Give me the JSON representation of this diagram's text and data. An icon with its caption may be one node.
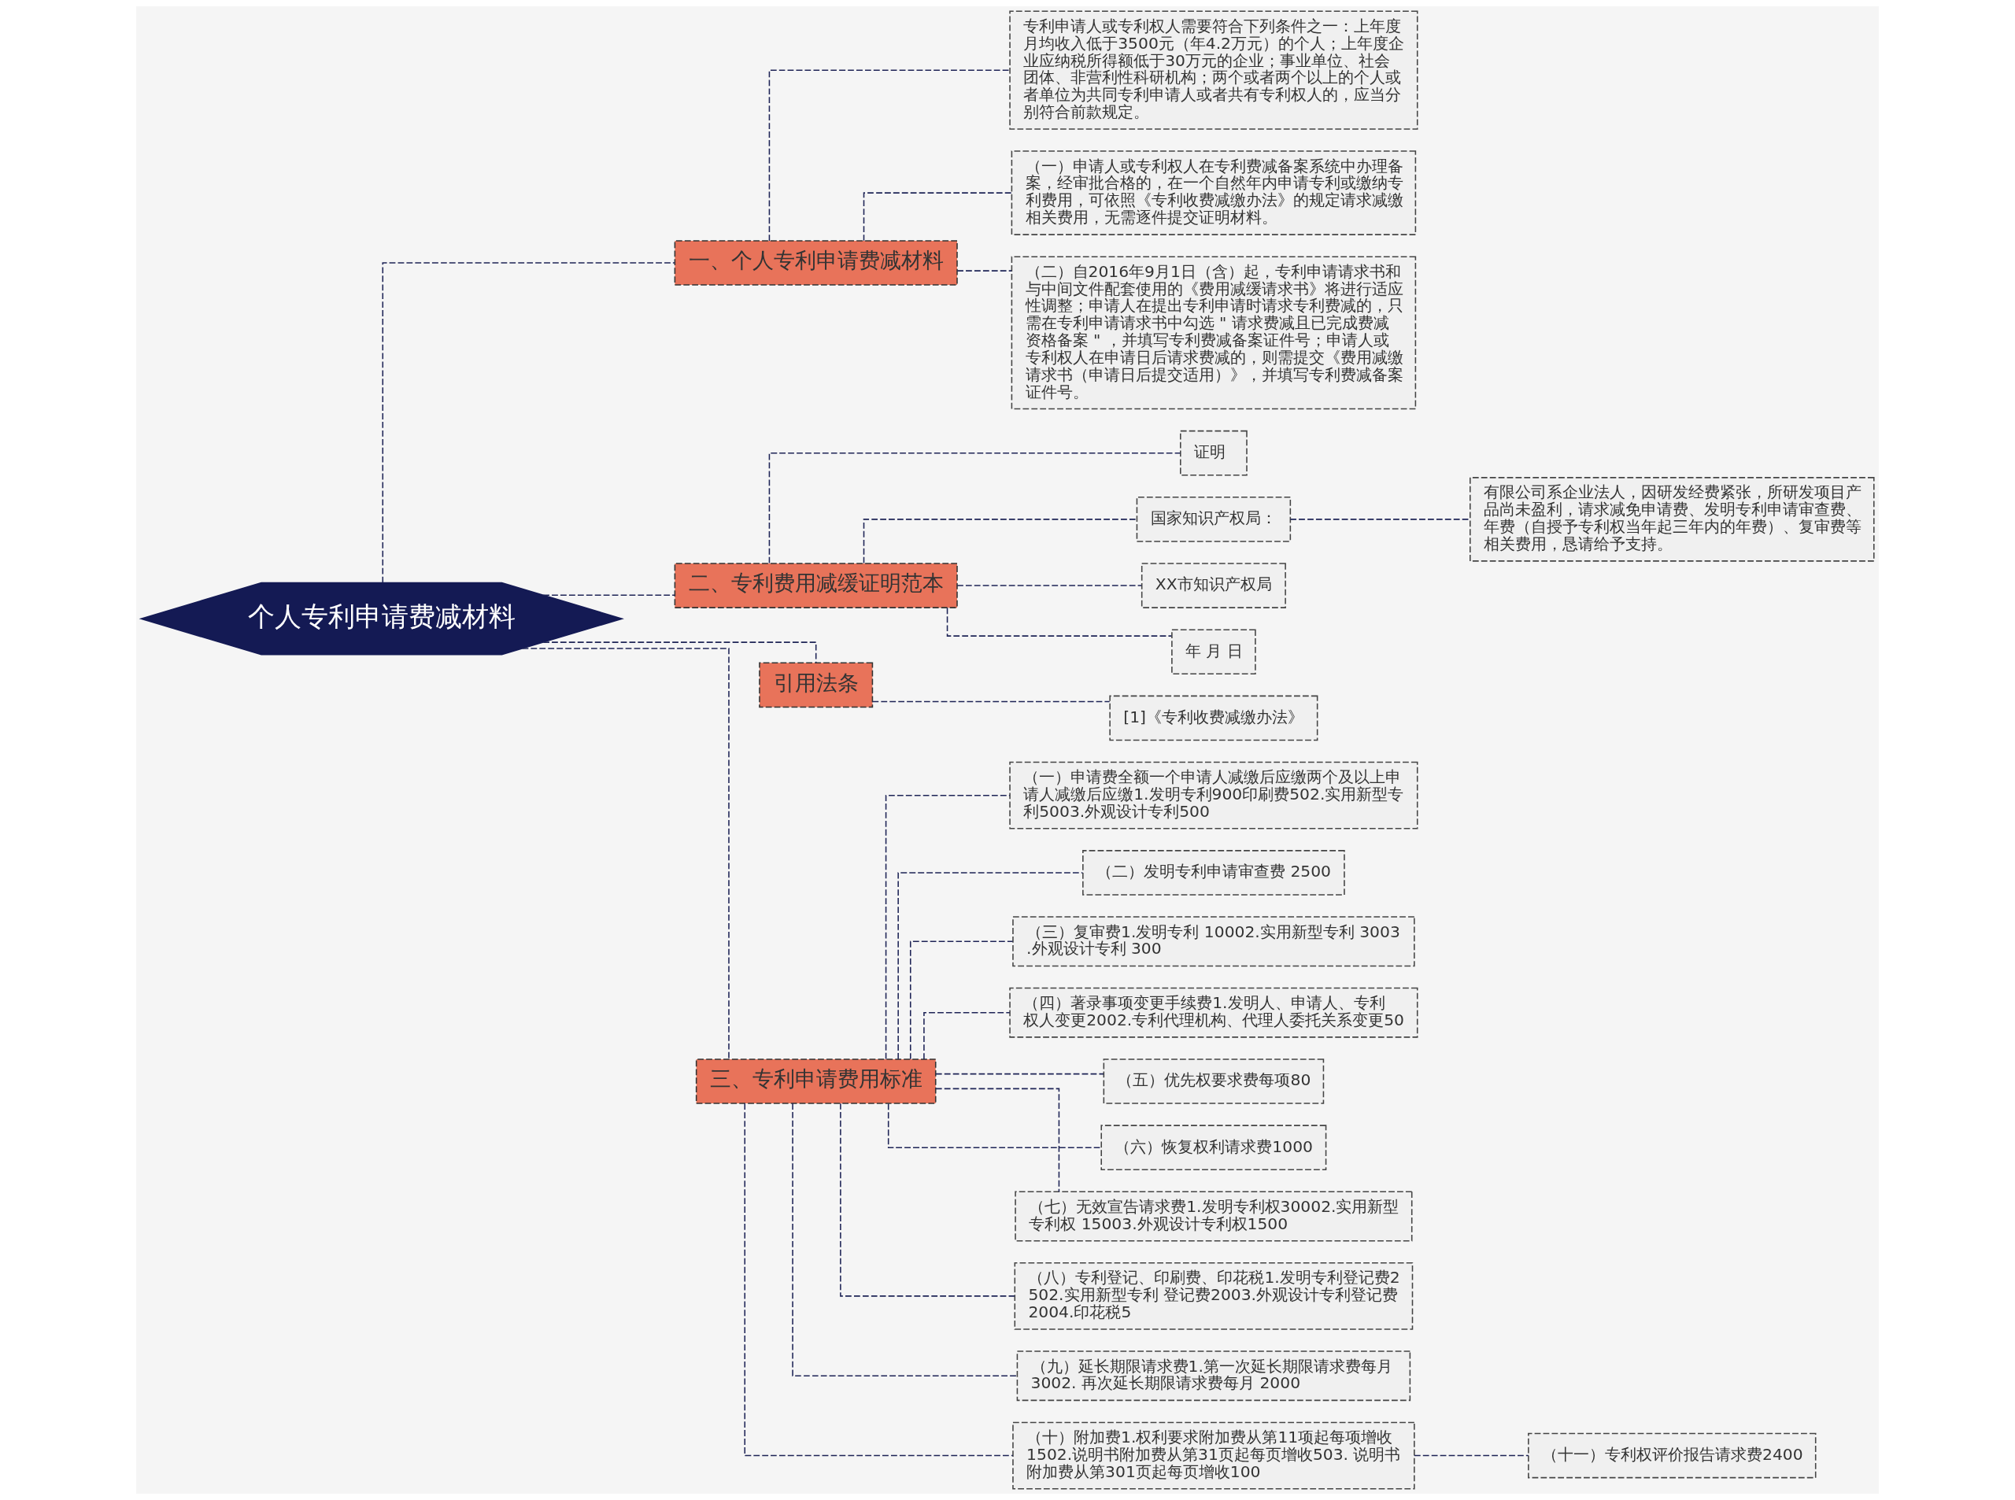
{
  "diagram": {
    "nodes": [
      {
        "text": [
          "个人专利申请费减材料"
        ]
      },
      {
        "text": [
          "一、个人专利申请费减材料"
        ]
      },
      {
        "text": [
          "专利申请人或专利权人需要符合下列条件之一：上年度月均收入低于3500元（年4.2万元）的个人；上年度企业应纳税所得额低于30万元的企业；事业单位、社会团体、非营利性科研机构；两个或者两个以上的个人或者单位为共同专利申请人或者共有专利权人的，应当分别符合前款规定。"
        ]
      },
      {
        "text": [
          "（一）申请人或专利权人在专利费减备案系统中办理备案，经审批合格的，在一个自然年内申请专利或缴纳专利费用，可依照《专利收费减缴办法》的规定请求减缴相关费用，无需逐件提交证明材料。"
        ]
      },
      {
        "text": [
          "（二）自2016年9月1日（含）起，专利申请请求书和与中间文件配套使用的《费用减缓请求书》将进行适应性调整；申请人在提出专利申请时请求专利费减的，只需在专利申请请求书中勾选 \" 请求费减且已完成费减资格备案 \" ，并填写专利费减备案证件号；申请人或专利权人在申请日后请求费减的，则需提交《费用减缴请求书（申请日后提交适用）》，并填写专利费减备案证件号。"
        ]
      },
      {
        "text": [
          "二、专利费用减缓证明范本"
        ]
      },
      {
        "text": [
          "证明"
        ]
      },
      {
        "text": [
          "国家知识产权局："
        ]
      },
      {
        "text": [
          "有限公司系企业法人，因研发经费紧张，所研发项目产品尚未盈利，请求减免申请费、发明专利申请审查费、年费（自授予专利权当年起三年内的年费）、复审费等相关费用，恳请给予支持。"
        ]
      },
      {
        "text": [
          "XX市知识产权局"
        ]
      },
      {
        "text": [
          "年 月 日"
        ]
      },
      {
        "text": [
          "引用法条"
        ]
      },
      {
        "text": [
          "[1]《专利收费减缴办法》"
        ]
      },
      {
        "text": [
          "三、专利申请费用标准"
        ]
      },
      {
        "text": [
          "（一）申请费全额一个申请人减缴后应缴两个及以上申请人减缴后应缴1.发明专利900印刷费502.实用新型专利5003.外观设计专利500"
        ]
      },
      {
        "text": [
          "（二）发明专利申请审查费 2500"
        ]
      },
      {
        "text": [
          "（三）复审费1.发明专利 10002.实用新型专利 3003.外观设计专利 300"
        ]
      },
      {
        "text": [
          "（四）著录事项变更手续费1.发明人、申请人、专利权人变更2002.专利代理机构、代理人委托关系变更50"
        ]
      },
      {
        "text": [
          "（五）优先权要求费每项80"
        ]
      },
      {
        "text": [
          "（六）恢复权利请求费1000"
        ]
      },
      {
        "text": [
          "（七）无效宣告请求费1.发明专利权30002.实用新型专利权 15003.外观设计专利权1500"
        ]
      },
      {
        "text": [
          "（八）专利登记、印刷费、印花税1.发明专利登记费2502.实用新型专利 登记费2003.外观设计专利登记费2004.印花税5"
        ]
      },
      {
        "text": [
          "（九）延长期限请求费1.第一次延长期限请求费每月 3002. 再次延长期限请求费每月 2000"
        ]
      },
      {
        "text": [
          "（十）附加费1.权利要求附加费从第11项起每项增收 1502.说明书附加费从第31页起每页增收503. 说明书附加费从第301页起每页增收100"
        ]
      },
      {
        "text": [
          "（十一）专利权评价报告请求费2400"
        ]
      }
    ],
    "edges": [
      {
        "from": 0,
        "to": 1,
        "arrow": "none",
        "style": "dashed"
      },
      {
        "from": 1,
        "to": 2,
        "arrow": "none",
        "style": "dashed"
      },
      {
        "from": 1,
        "to": 3,
        "arrow": "none",
        "style": "dashed"
      },
      {
        "from": 1,
        "to": 4,
        "arrow": "none",
        "style": "dashed"
      },
      {
        "from": 0,
        "to": 5,
        "arrow": "none",
        "style": "dashed"
      },
      {
        "from": 5,
        "to": 6,
        "arrow": "none",
        "style": "dashed"
      },
      {
        "from": 5,
        "to": 7,
        "arrow": "none",
        "style": "dashed"
      },
      {
        "from": 7,
        "to": 8,
        "arrow": "none",
        "style": "dashed"
      },
      {
        "from": 5,
        "to": 9,
        "arrow": "none",
        "style": "dashed"
      },
      {
        "from": 5,
        "to": 10,
        "arrow": "none",
        "style": "dashed"
      },
      {
        "from": 0,
        "to": 11,
        "arrow": "none",
        "style": "dashed"
      },
      {
        "from": 11,
        "to": 12,
        "arrow": "none",
        "style": "dashed"
      },
      {
        "from": 0,
        "to": 13,
        "arrow": "none",
        "style": "dashed"
      },
      {
        "from": 13,
        "to": 14,
        "arrow": "none",
        "style": "dashed"
      },
      {
        "from": 13,
        "to": 15,
        "arrow": "none",
        "style": "dashed"
      },
      {
        "from": 13,
        "to": 16,
        "arrow": "none",
        "style": "dashed"
      },
      {
        "from": 13,
        "to": 17,
        "arrow": "none",
        "style": "dashed"
      },
      {
        "from": 13,
        "to": 18,
        "arrow": "none",
        "style": "dashed"
      },
      {
        "from": 13,
        "to": 19,
        "arrow": "none",
        "style": "dashed"
      },
      {
        "from": 13,
        "to": 20,
        "arrow": "none",
        "style": "dashed"
      },
      {
        "from": 13,
        "to": 21,
        "arrow": "none",
        "style": "dashed"
      },
      {
        "from": 13,
        "to": 22,
        "arrow": "none",
        "style": "dashed"
      },
      {
        "from": 13,
        "to": 23,
        "arrow": "none",
        "style": "dashed"
      },
      {
        "from": 23,
        "to": 24,
        "arrow": "none",
        "style": "dashed"
      }
    ]
  }
}
